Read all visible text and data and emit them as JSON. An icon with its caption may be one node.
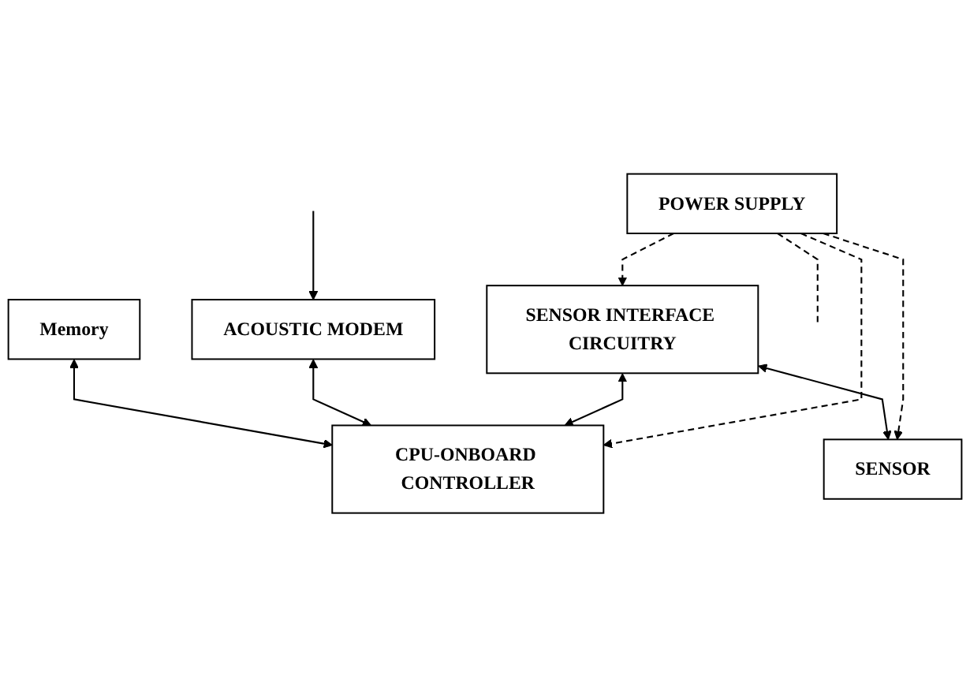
{
  "diagram": {
    "nodes": [
      {
        "text": [
          "Memory"
        ]
      },
      {
        "text": [
          "ACOUSTIC MODEM"
        ]
      },
      {
        "text": [
          "CPU-ONBOARD CONTROLLER"
        ]
      },
      {
        "text": [
          "SENSOR INTERFACE CIRCUITRY"
        ]
      },
      {
        "text": [
          "POWER SUPPLY"
        ]
      },
      {
        "text": [
          "SENSOR"
        ]
      }
    ],
    "edges": [
      {
        "from": 0,
        "to": 2,
        "arrow": "both"
      },
      {
        "from": null,
        "to": 1,
        "arrow": "to"
      },
      {
        "from": 1,
        "to": 2,
        "arrow": "both"
      },
      {
        "from": 3,
        "to": 2,
        "arrow": "both"
      },
      {
        "from": 4,
        "to": 3,
        "arrow": "to",
        "style": "dashed"
      },
      {
        "from": 3,
        "to": 5,
        "arrow": "both"
      },
      {
        "from": 4,
        "to": 2,
        "arrow": "to",
        "style": "dashed"
      },
      {
        "from": 4,
        "to": 5,
        "arrow": "to",
        "style": "dashed"
      },
      {
        "from": 4,
        "to": null,
        "arrow": "none",
        "style": "dashed"
      }
    ]
  }
}
